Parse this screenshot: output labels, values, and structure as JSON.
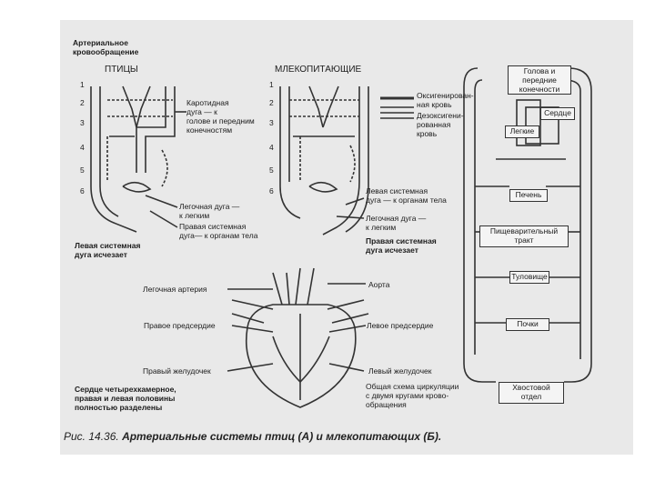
{
  "left_panel": {
    "title": "Артериальное\nкровообращение",
    "birds": "ПТИЦЫ",
    "mammals": "МЛЕКОПИТАЮЩИЕ",
    "arch_numbers": [
      "1",
      "2",
      "3",
      "4",
      "5",
      "6"
    ],
    "carotid": "Каротидная\nдуга — к\nголове и передним\nконечностям",
    "bird_pulm": "Легочная дуга —\nк легким",
    "bird_right": "Правая системная\nдуга— к органам тела",
    "bird_left_gone": "Левая системная\nдуга исчезает",
    "mam_left": "Левая системная\nдуга — к органам тела",
    "mam_pulm": "Легочная дуга —\nк легким",
    "mam_right_gone": "Правая системная\nдуга исчезает"
  },
  "legend": {
    "oxy": "Оксигенирован-\nная кровь",
    "deoxy": "Дезоксигени-\nрованная\nкровь"
  },
  "heart": {
    "pulm_artery": "Легочная артерия",
    "aorta": "Аорта",
    "right_atrium": "Правое предсердие",
    "left_atrium": "Левое предсердие",
    "right_ventricle": "Правый желудочек",
    "left_ventricle": "Левый желудочек",
    "note": "Сердце четырехкамерное,\nправая и левая половины\nполностью разделены"
  },
  "circulation": {
    "head": "Голова и\nпередние\nконечности",
    "heart": "Сердце",
    "lungs": "Легкие",
    "liver": "Печень",
    "gut": "Пищеварительный\nтракт",
    "trunk": "Туловище",
    "kidneys": "Почки",
    "tail": "Хвостовой\nотдел",
    "caption": "Общая схема циркуляции\nс двумя кругами крово-\nобращения"
  },
  "figure_caption": {
    "prefix": "Рис. 14.36.",
    "text": "Артериальные системы птиц (А) и млекопитающих (Б)."
  }
}
